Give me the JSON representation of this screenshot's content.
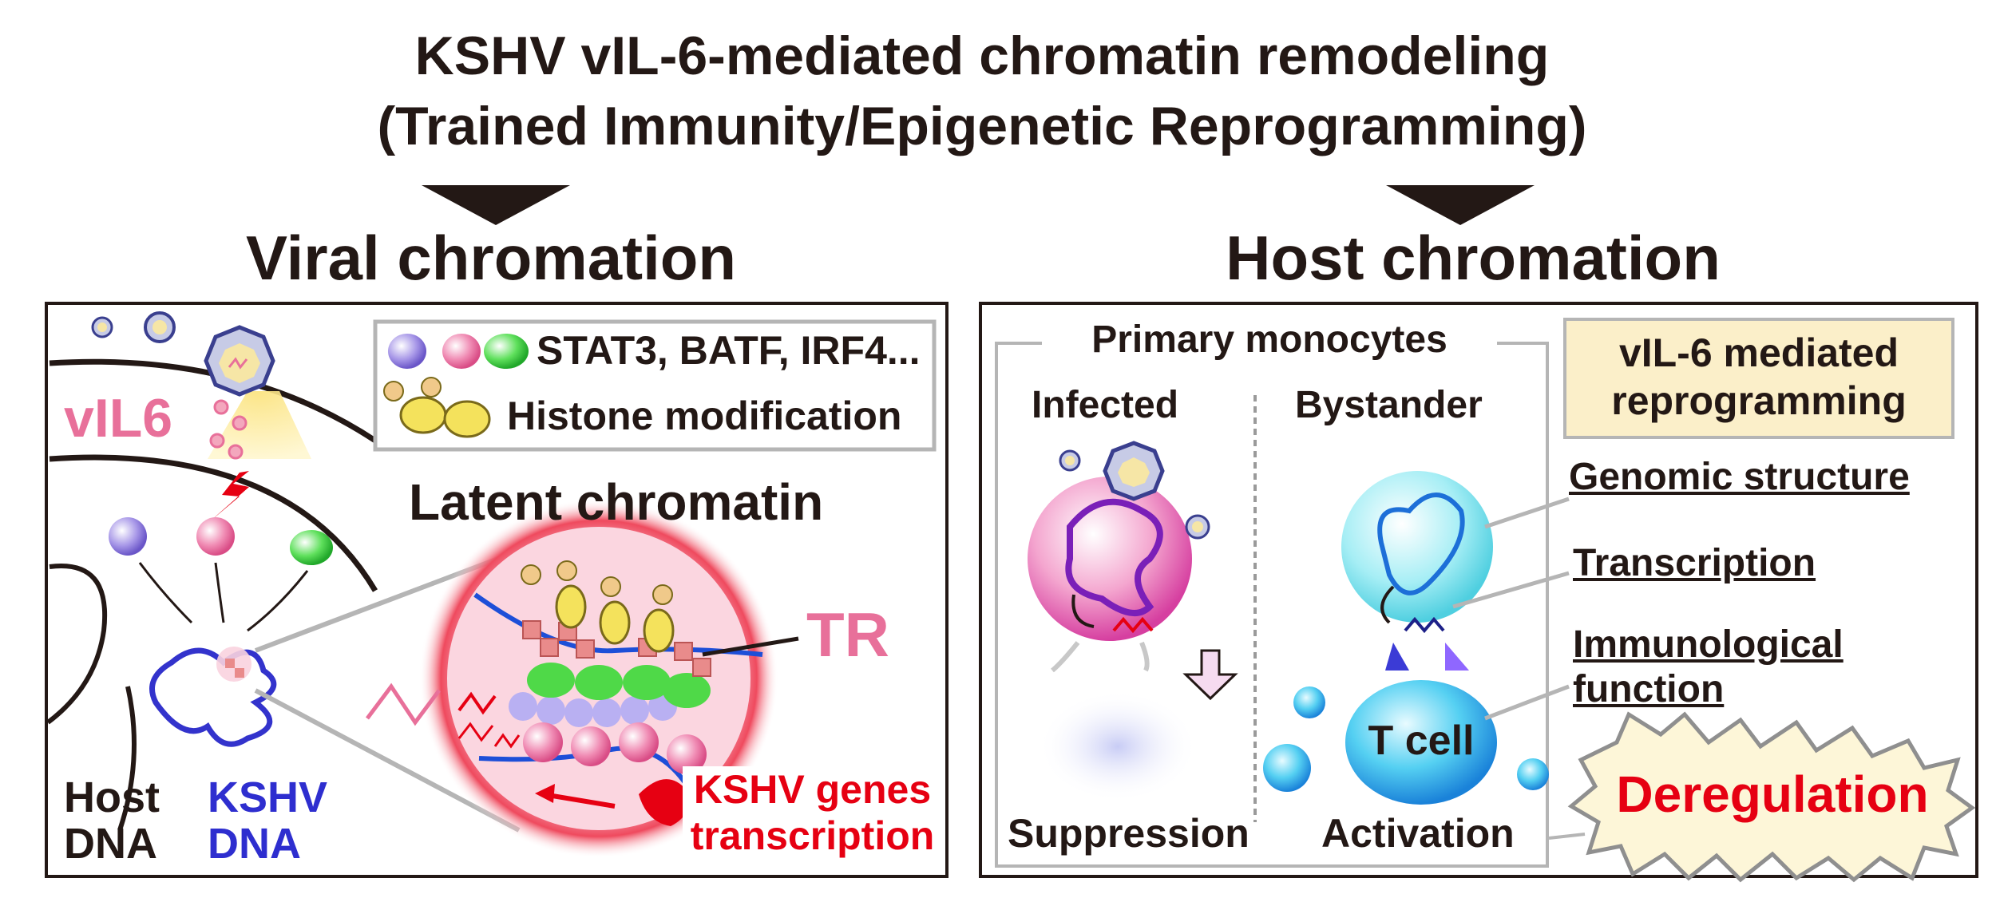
{
  "title": {
    "line1": "KSHV vIL-6-mediated chromatin remodeling",
    "line2": "(Trained Immunity/Epigenetic Reprogramming)"
  },
  "viral": {
    "heading": "Viral chromation",
    "vil6_label": "vIL6",
    "legend_factors": "STAT3, BATF, IRF4...",
    "legend_histone": "Histone modification",
    "latent_label": "Latent chromatin",
    "tr_label": "TR",
    "host_dna_1": "Host",
    "host_dna_2": "DNA",
    "kshv_dna_1": "KSHV",
    "kshv_dna_2": "DNA",
    "transcription_1": "KSHV genes",
    "transcription_2": "transcription"
  },
  "host": {
    "heading": "Host chromation",
    "primary_monocytes": "Primary monocytes",
    "infected": "Infected",
    "bystander": "Bystander",
    "suppression": "Suppression",
    "activation": "Activation",
    "t_cell": "T cell",
    "reprogramming_1": "vIL-6 mediated",
    "reprogramming_2": "reprogramming",
    "genomic_structure": "Genomic structure",
    "transcription": "Transcription",
    "immunological_1": "Immunological",
    "immunological_2": "function",
    "deregulation": "Deregulation"
  },
  "colors": {
    "ink": "#231815",
    "pink": "#e8709a",
    "red": "#e60012",
    "blue": "#1d2088",
    "reprogramming_box": "#fbefc9"
  }
}
